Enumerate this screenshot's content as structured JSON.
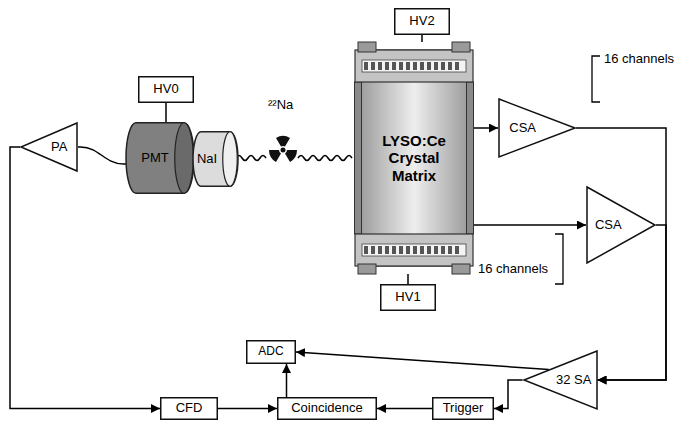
{
  "diagram": {
    "nodes": [
      {
        "text": [
          "HV2"
        ]
      },
      {
        "text": [
          "HV0"
        ]
      },
      {
        "text": [
          "PA"
        ]
      },
      {
        "text": [
          "PMT"
        ]
      },
      {
        "text": [
          "NaI"
        ]
      },
      {
        "text": [
          "LYSO:Ce Crystal Matrix"
        ]
      },
      {
        "text": [
          "CSA"
        ]
      },
      {
        "text": [
          "CSA"
        ]
      },
      {
        "text": [
          "HV1"
        ]
      },
      {
        "text": [
          "ADC"
        ]
      },
      {
        "text": [
          "32 SA"
        ]
      },
      {
        "text": [
          "CFD"
        ]
      },
      {
        "text": [
          "Coincidence"
        ]
      },
      {
        "text": [
          "Trigger"
        ]
      }
    ],
    "edges": [
      {
        "from": 1,
        "to": 3,
        "arrow": "none"
      },
      {
        "from": 0,
        "to": 5,
        "arrow": "none"
      },
      {
        "from": 8,
        "to": 5,
        "arrow": "none"
      },
      {
        "from": 3,
        "to": 2,
        "arrow": "none"
      },
      {
        "from": 2,
        "to": 11,
        "arrow": "to"
      },
      {
        "from": 5,
        "to": 6,
        "arrow": "to"
      },
      {
        "from": 5,
        "to": 7,
        "arrow": "to"
      },
      {
        "from": 6,
        "to": 10,
        "arrow": "to"
      },
      {
        "from": 7,
        "to": 10,
        "arrow": "to"
      },
      {
        "from": 10,
        "to": 9,
        "arrow": "to"
      },
      {
        "from": 10,
        "to": 13,
        "arrow": "to"
      },
      {
        "from": 13,
        "to": 12,
        "arrow": "to"
      },
      {
        "from": 11,
        "to": 12,
        "arrow": "to"
      },
      {
        "from": 12,
        "to": 9,
        "arrow": "to"
      }
    ],
    "labels": [
      "²²Na",
      "16 channels",
      "16 channels"
    ]
  }
}
